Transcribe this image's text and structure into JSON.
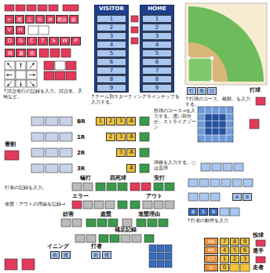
{
  "diagram": {
    "nodes": [
      {
        "text": [
          "VISITOR"
        ]
      },
      {
        "text": [
          "1"
        ],
        "in": 0
      },
      {
        "text": [
          "2"
        ],
        "in": 0
      },
      {
        "text": [
          "3"
        ],
        "in": 0
      },
      {
        "text": [
          "4"
        ],
        "in": 0
      },
      {
        "text": [
          "5"
        ],
        "in": 0
      },
      {
        "text": [
          "6"
        ],
        "in": 0
      },
      {
        "text": [
          "7"
        ],
        "in": 0
      },
      {
        "text": [
          "8"
        ],
        "in": 0
      },
      {
        "text": [
          "9"
        ],
        "in": 0
      },
      {
        "text": [
          "HOME"
        ]
      },
      {
        "text": [
          "1"
        ],
        "in": 10
      },
      {
        "text": [
          "2"
        ],
        "in": 10
      },
      {
        "text": [
          "3"
        ],
        "in": 10
      },
      {
        "text": [
          "4"
        ],
        "in": 10
      },
      {
        "text": [
          "5"
        ],
        "in": 10
      },
      {
        "text": [
          "6"
        ],
        "in": 10
      },
      {
        "text": [
          "7"
        ],
        "in": 10
      },
      {
        "text": [
          "8"
        ],
        "in": 10
      },
      {
        "text": [
          "9"
        ],
        "in": 10
      },
      {
        "text": [
          "ナ"
        ]
      },
      {
        "text": [
          "横"
        ]
      },
      {
        "text": [
          "広"
        ]
      },
      {
        "text": [
          "巨"
        ]
      },
      {
        "text": [
          "神"
        ]
      },
      {
        "text": [
          "横浜"
        ]
      },
      {
        "text": [
          "阪"
        ]
      },
      {
        "text": [
          "V"
        ]
      },
      {
        "text": [
          "H"
        ]
      },
      {
        "text": [
          "D"
        ]
      },
      {
        "text": [
          "G"
        ]
      },
      {
        "text": [
          "C"
        ]
      },
      {
        "text": [
          "T"
        ]
      },
      {
        "text": [
          "S"
        ]
      },
      {
        "text": [
          "W"
        ]
      },
      {
        "text": [
          "P"
        ]
      },
      {
        "text": [
          "晴"
        ]
      },
      {
        "text": [
          "曇"
        ]
      },
      {
        "text": [
          "雨"
        ]
      },
      {
        "text": [
          "打"
        ]
      },
      {
        "text": [
          "先"
        ]
      },
      {
        "text": [
          "詰"
        ]
      },
      {
        "text": [
          "1"
        ]
      },
      {
        "text": [
          "2"
        ]
      },
      {
        "text": [
          "3"
        ]
      },
      {
        "text": [
          "本"
        ]
      },
      {
        "text": [
          "2"
        ]
      },
      {
        "text": [
          "3"
        ]
      },
      {
        "text": [
          "本"
        ]
      },
      {
        "text": [
          "3"
        ]
      },
      {
        "text": [
          "本"
        ]
      },
      {
        "text": [
          "本"
        ]
      },
      {
        "text": [
          "B"
        ]
      },
      {
        "text": [
          "S"
        ]
      },
      {
        "text": [
          "R"
        ]
      },
      {
        "text": [
          "A"
        ]
      },
      {
        "text": [
          "B"
        ]
      },
      {
        "text": [
          "前"
        ]
      },
      {
        "text": [
          "後"
        ]
      },
      {
        "text": [
          "前"
        ]
      },
      {
        "text": [
          "後"
        ]
      },
      {
        "text": [
          "7"
        ]
      },
      {
        "text": [
          "8"
        ]
      },
      {
        "text": [
          "9"
        ]
      },
      {
        "text": [
          "4"
        ]
      },
      {
        "text": [
          "5"
        ]
      },
      {
        "text": [
          "6"
        ]
      },
      {
        "text": [
          "1"
        ]
      },
      {
        "text": [
          "2"
        ]
      },
      {
        "text": [
          "3"
        ]
      },
      {
        "text": [
          "0"
        ]
      },
      {
        "text": [
          "HR"
        ]
      },
      {
        "text": [
          "PR"
        ]
      },
      {
        "text": [
          "CT"
        ]
      },
      {
        "text": [
          "D"
        ]
      }
    ],
    "labels": [
      "↑試合進行の記録を入力。試合名、天候など。",
      "↑チーム別スターティングラインナップを入力する。",
      "↑打球のコース、種類、を入力する。",
      "打球",
      "BR",
      "1R",
      "2R",
      "3R",
      "投球のコース→を入力する。濃い部分が、ストライクゾーン",
      "番割",
      "球種を入力する。○は直球",
      "犠打",
      "四死球",
      "安打",
      "打者の記録を入力。",
      "エラー",
      "アウト",
      "進塁・アウトの理由を記録→",
      "妨害",
      "盗塁",
      "進塁理由",
      "補足記録",
      "↑打者の動作を入力",
      "イニング",
      "打者",
      "投球",
      "選手",
      "走者"
    ]
  }
}
